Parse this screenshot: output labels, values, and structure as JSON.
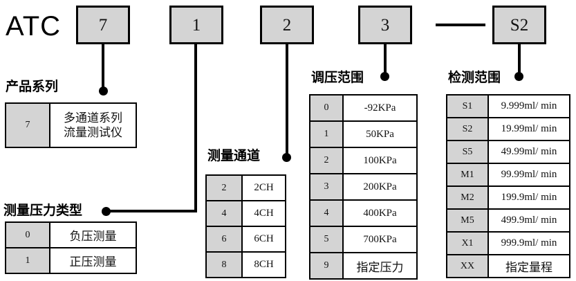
{
  "model_code": {
    "prefix": "ATC",
    "segments": [
      {
        "value": "7"
      },
      {
        "value": "1"
      },
      {
        "value": "2"
      },
      {
        "value": "3"
      },
      {
        "value": "S2"
      }
    ],
    "separator": "—"
  },
  "sections": {
    "product_series": {
      "title": "产品系列",
      "rows": [
        {
          "code": "7",
          "desc_line1": "多通道系列",
          "desc_line2": "流量测试仪"
        }
      ]
    },
    "pressure_type": {
      "title": "测量压力类型",
      "rows": [
        {
          "code": "0",
          "desc": "负压测量"
        },
        {
          "code": "1",
          "desc": "正压测量"
        }
      ]
    },
    "measure_channel": {
      "title": "测量通道",
      "rows": [
        {
          "code": "2",
          "desc": "2CH"
        },
        {
          "code": "4",
          "desc": "4CH"
        },
        {
          "code": "6",
          "desc": "6CH"
        },
        {
          "code": "8",
          "desc": "8CH"
        }
      ]
    },
    "pressure_range": {
      "title": "调压范围",
      "rows": [
        {
          "code": "0",
          "desc": "-92KPa"
        },
        {
          "code": "1",
          "desc": "50KPa"
        },
        {
          "code": "2",
          "desc": "100KPa"
        },
        {
          "code": "3",
          "desc": "200KPa"
        },
        {
          "code": "4",
          "desc": "400KPa"
        },
        {
          "code": "5",
          "desc": "700KPa"
        },
        {
          "code": "9",
          "desc": "指定压力"
        }
      ]
    },
    "detection_range": {
      "title": "检测范围",
      "rows": [
        {
          "code": "S1",
          "desc": "9.999ml/ min"
        },
        {
          "code": "S2",
          "desc": "19.99ml/ min"
        },
        {
          "code": "S5",
          "desc": "49.99ml/ min"
        },
        {
          "code": "M1",
          "desc": "99.99ml/ min"
        },
        {
          "code": "M2",
          "desc": "199.9ml/ min"
        },
        {
          "code": "M5",
          "desc": "499.9ml/ min"
        },
        {
          "code": "X1",
          "desc": "999.9ml/ min"
        },
        {
          "code": "XX",
          "desc": "指定量程"
        }
      ]
    }
  },
  "colors": {
    "code_fill": "#d4d4d4",
    "line": "#000000",
    "background": "#ffffff"
  }
}
